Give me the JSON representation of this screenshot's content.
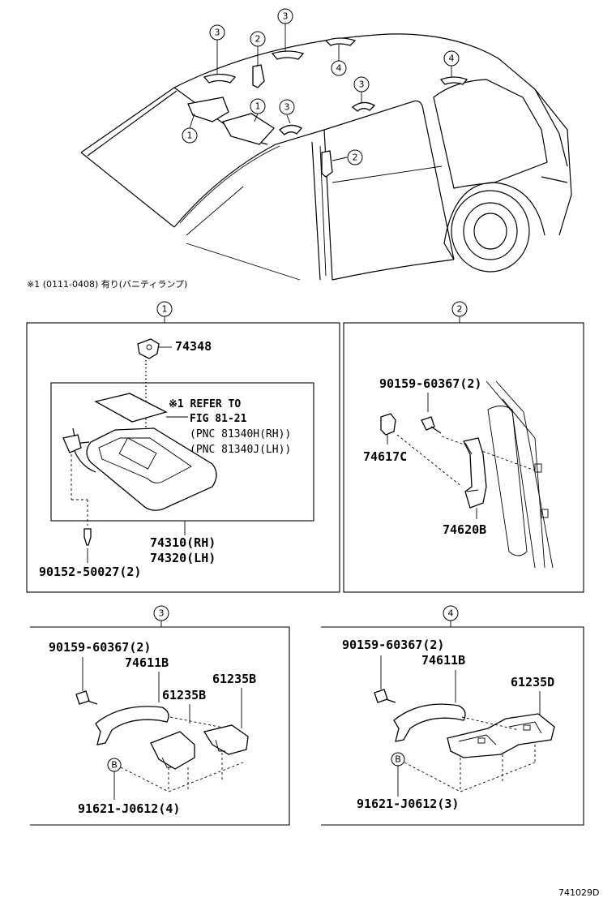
{
  "note_top": "※1 (0111-0408) 有り(バニティランプ)",
  "figure_id": "741029D",
  "overview_callouts": [
    "3",
    "2",
    "3",
    "4",
    "4",
    "3",
    "1",
    "3",
    "1",
    "2"
  ],
  "sections": [
    {
      "number": "1",
      "parts": {
        "clip": "74348",
        "refer_line1": "※1 REFER TO",
        "refer_line2": "FIG 81-21",
        "refer_line3": "(PNC 81340H(RH))",
        "refer_line4": "(PNC 81340J(LH))",
        "visor_rh": "74310(RH)",
        "visor_lh": "74320(LH)",
        "screw": "90152-50027(2)"
      }
    },
    {
      "number": "2",
      "parts": {
        "screw": "90159-60367(2)",
        "cap": "74617C",
        "grip": "74620B"
      }
    },
    {
      "number": "3",
      "parts": {
        "screw": "90159-60367(2)",
        "grip": "74611B",
        "bracket_a": "61235B",
        "bracket_b": "61235B",
        "clip_ref": "B",
        "clip": "91621-J0612(4)"
      }
    },
    {
      "number": "4",
      "parts": {
        "screw": "90159-60367(2)",
        "grip": "74611B",
        "bracket": "61235D",
        "clip_ref": "B",
        "clip": "91621-J0612(3)"
      }
    }
  ]
}
